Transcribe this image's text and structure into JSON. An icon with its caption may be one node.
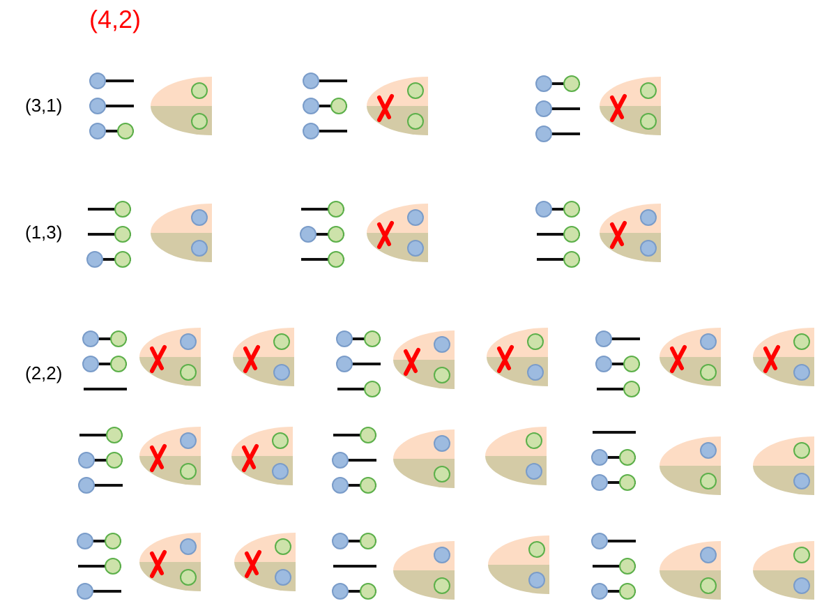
{
  "diagram": {
    "title": "(4,2)",
    "labels": [
      "(3,1)",
      "(1,3)",
      "(2,2)"
    ]
  }
}
